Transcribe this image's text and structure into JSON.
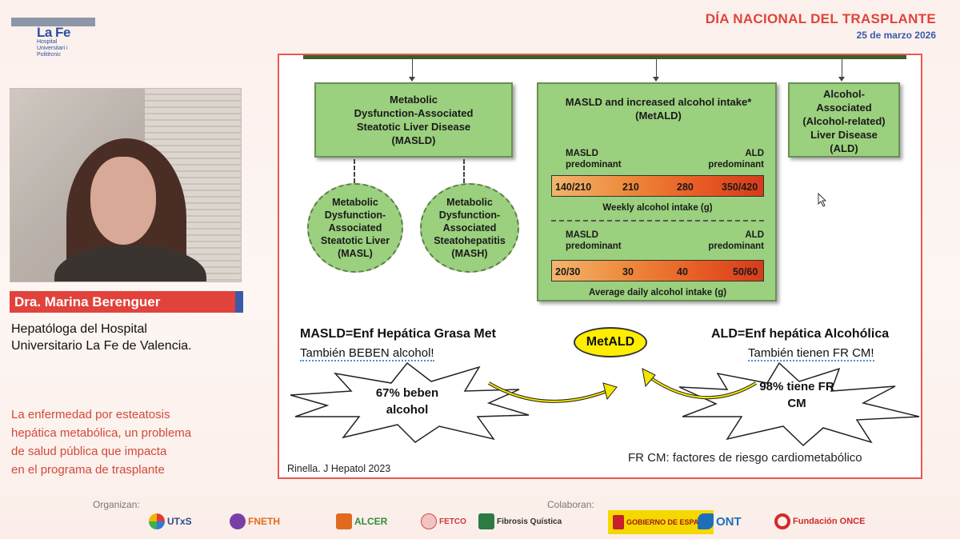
{
  "header": {
    "logo_main": "La Fe",
    "logo_sub": "Hospital Universitari i Politècnic",
    "event_title": "DÍA NACIONAL DEL TRASPLANTE",
    "event_date": "25 de marzo 2026"
  },
  "speaker": {
    "name": "Dra. Marina Berenguer",
    "role_line1": "Hepatóloga del Hospital",
    "role_line2": "Universitario La Fe de Valencia."
  },
  "talk_topic": {
    "line1": "La enfermedad por esteatosis",
    "line2": "hepática metabólica, un problema",
    "line3": "de salud pública que impacta",
    "line4": "en el programa de trasplante"
  },
  "slide": {
    "masld_box": [
      "Metabolic",
      "Dysfunction-Associated",
      "Steatotic Liver Disease",
      "(MASLD)"
    ],
    "masl_circle": [
      "Metabolic",
      "Dysfunction-",
      "Associated",
      "Steatotic Liver",
      "(MASL)"
    ],
    "mash_circle": [
      "Metabolic",
      "Dysfunction-",
      "Associated",
      "Steatohepatitis",
      "(MASH)"
    ],
    "metald_box": {
      "title_line1": "MASLD and increased alcohol intake*",
      "title_line2": "(MetALD)",
      "left_label_1": "MASLD",
      "left_label_2": "predominant",
      "right_label_1": "ALD",
      "right_label_2": "predominant",
      "weekly_ticks": [
        "140/210",
        "210",
        "280",
        "350/420"
      ],
      "weekly_caption": "Weekly alcohol intake (g)",
      "daily_ticks": [
        "20/30",
        "30",
        "40",
        "50/60"
      ],
      "daily_caption": "Average daily alcohol intake (g)"
    },
    "ald_box": [
      "Alcohol-",
      "Associated",
      "(Alcohol-related)",
      "Liver Disease",
      "(ALD)"
    ],
    "left_heading": "MASLD=Enf Hepática Grasa Met",
    "left_sub": "También BEBEN alcohol!",
    "center_label": "MetALD",
    "right_heading": "ALD=Enf hepática Alcohólica",
    "right_sub": "También tienen FR CM!",
    "left_burst_line1": "67% beben",
    "left_burst_line2": "alcohol",
    "right_burst_line1": "98% tiene FR",
    "right_burst_line2": "CM",
    "citation": "Rinella. J Hepatol 2023",
    "footnote": "FR CM: factores de riesgo cardiometabólico"
  },
  "sponsors": {
    "organizan_label": "Organizan:",
    "colaboran_label": "Colaboran:",
    "organizan": [
      "UTxS",
      "FNETH",
      "ALCER",
      "FETCO",
      "Fibrosis Quística"
    ],
    "colaboran": [
      "GOBIERNO DE ESPAÑA",
      "ONT",
      "Fundación ONCE"
    ]
  },
  "colors": {
    "accent_red": "#e1423b",
    "accent_blue": "#3a5aa8",
    "box_green": "#9bd07e",
    "metald_yellow": "#ffee00"
  }
}
